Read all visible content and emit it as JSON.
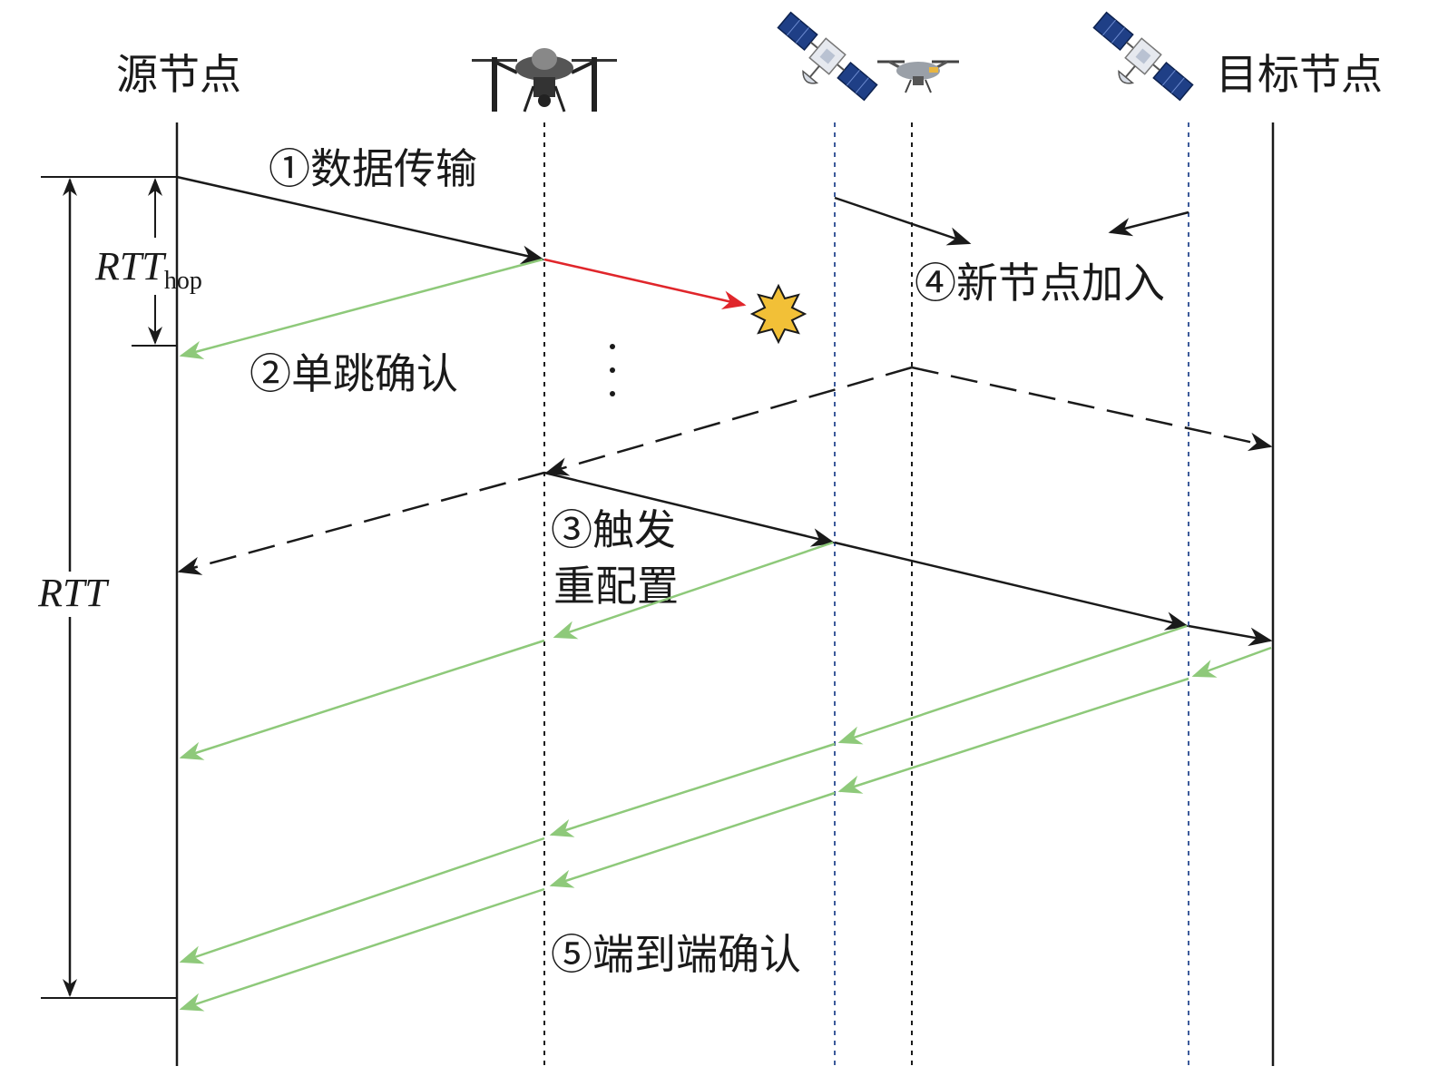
{
  "nodes": {
    "source": "源节点",
    "target": "目标节点"
  },
  "steps": {
    "s1": "①数据传输",
    "s2": "②单跳确认",
    "s3_line1": "③触发",
    "s3_line2": "重配置",
    "s4": "④新节点加入",
    "s5": "⑤端到端确认"
  },
  "measures": {
    "rtt_hop_main": "RTT",
    "rtt_hop_sub": "hop",
    "rtt": "RTT"
  },
  "icons": [
    "drone-icon",
    "satellite-icon",
    "small-drone-icon",
    "satellite-icon",
    "failure-star-icon"
  ],
  "colors": {
    "data_arrow": "#1a1a1a",
    "ack_arrow": "#8ec97a",
    "failure_arrow": "#e0262b",
    "satellite_lane": "#3c5a9a",
    "failure_star": "#f2c037"
  }
}
